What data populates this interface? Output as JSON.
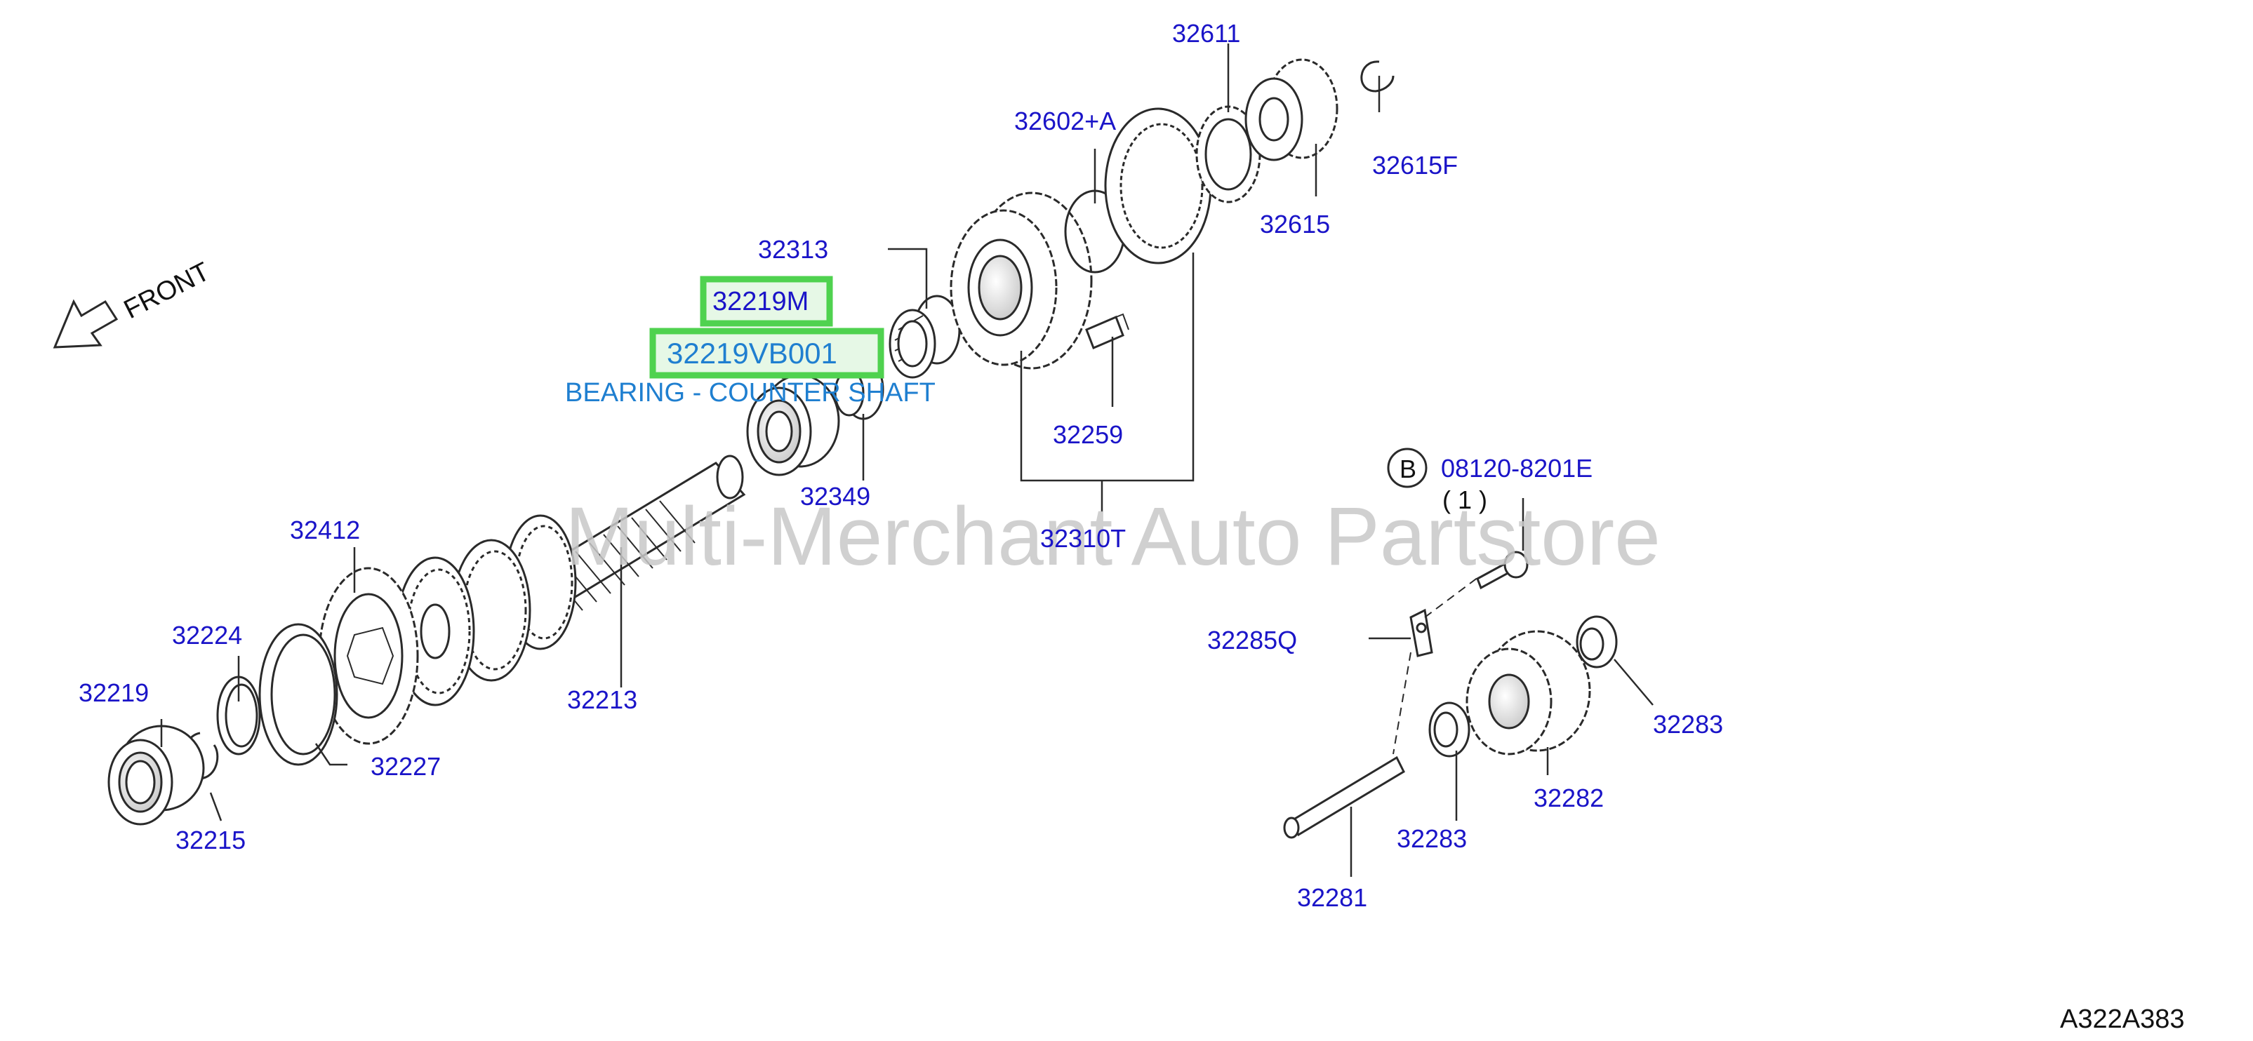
{
  "colors": {
    "label": "#1a14c8",
    "highlight_label": "#1f7fd0",
    "highlight_box": "#4fd24f",
    "highlight_fill": "#e6f8e6",
    "line": "#2a2a2a",
    "watermark": "#c8c8c8",
    "diagram_code": "#111111"
  },
  "front_label": "FRONT",
  "watermark": "Multi-Merchant Auto Partstore",
  "diagram_code": "A322A383",
  "highlight": {
    "part_a": "32219M",
    "part_b": "32219VB001",
    "description": "BEARING - COUNTER SHAFT"
  },
  "circle_marker": "B",
  "bolt_part": "08120-8201E",
  "bolt_qty": "( 1 )",
  "parts": [
    "32611",
    "32602+A",
    "32615F",
    "32615",
    "32313",
    "32259",
    "32349",
    "32310T",
    "32412",
    "32213",
    "32224",
    "32219",
    "32227",
    "32215",
    "32285Q",
    "32283",
    "32282",
    "32283",
    "32281"
  ]
}
